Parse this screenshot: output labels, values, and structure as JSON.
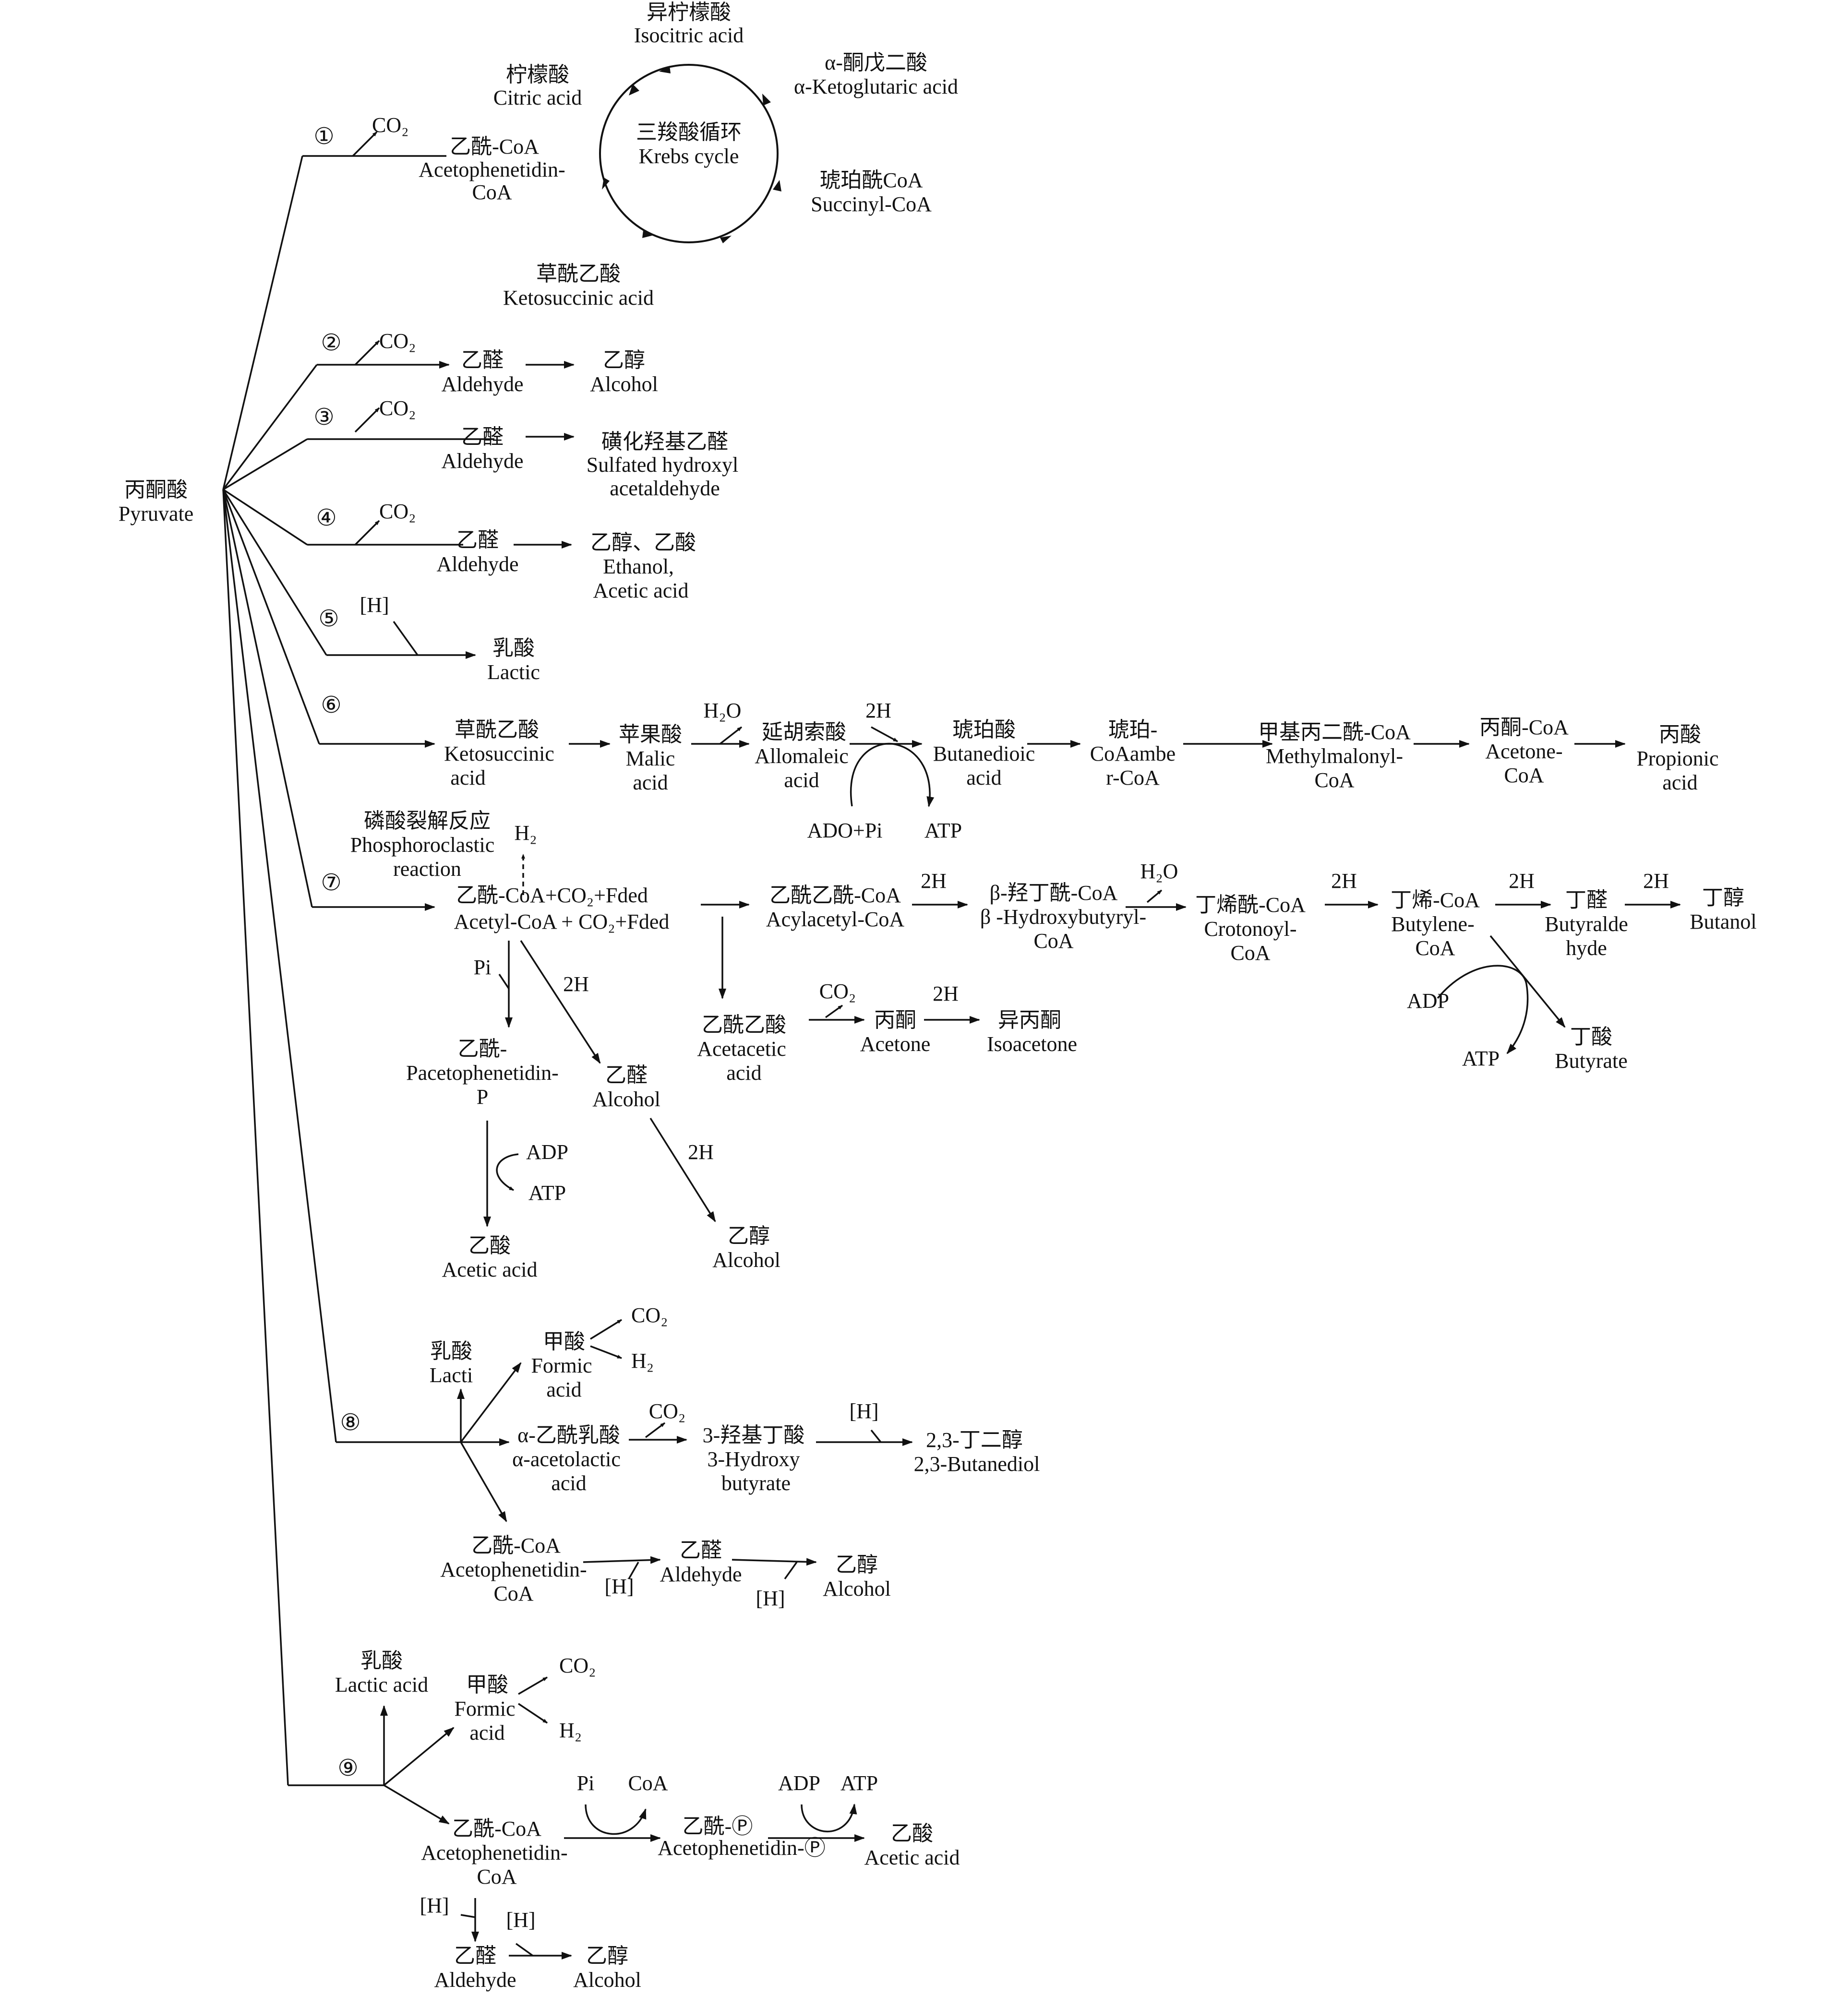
{
  "root": {
    "zh": "丙酮酸",
    "en": "Pyruvate"
  },
  "markers": [
    "①",
    "②",
    "③",
    "④",
    "⑤",
    "⑥",
    "⑦",
    "⑧",
    "⑨"
  ],
  "p1": {
    "co2": "CO₂",
    "acetyl": [
      "乙酰-CoA",
      "Acetophenetidin-",
      "CoA"
    ],
    "cycle": [
      "三羧酸循环",
      "Krebs cycle"
    ],
    "isocitric": [
      "异柠檬酸",
      "Isocitric acid"
    ],
    "citric": [
      "柠檬酸",
      "Citric acid"
    ],
    "akg": [
      "α-酮戊二酸",
      "α-Ketoglutaric acid"
    ],
    "succinyl": [
      "琥珀酰CoA",
      "Succinyl-CoA"
    ],
    "keto": [
      "草酰乙酸",
      "Ketosuccinic acid"
    ]
  },
  "p2": {
    "co2": "CO₂",
    "ald": [
      "乙醛",
      "Aldehyde"
    ],
    "prod": [
      "乙醇",
      "Alcohol"
    ]
  },
  "p3": {
    "co2": "CO₂",
    "ald": [
      "乙醛",
      "Aldehyde"
    ],
    "prod": [
      "磺化羟基乙醛",
      "Sulfated hydroxyl",
      "acetaldehyde"
    ]
  },
  "p4": {
    "co2": "CO₂",
    "ald": [
      "乙醛",
      "Aldehyde"
    ],
    "prod": [
      "乙醇、乙酸",
      "Ethanol,",
      "Acetic acid"
    ]
  },
  "p5": {
    "h": "[H]",
    "prod": [
      "乳酸",
      "Lactic"
    ]
  },
  "p6": {
    "keto": [
      "草酰乙酸",
      "Ketosuccinic",
      "acid"
    ],
    "malic": [
      "苹果酸",
      "Malic",
      "acid"
    ],
    "h2o": "H₂O",
    "allo": [
      "延胡索酸",
      "Allomaleic",
      "acid"
    ],
    "twoh": "2H",
    "adopi": "ADO+Pi",
    "atp": "ATP",
    "buta": [
      "琥珀酸",
      "Butanedioic",
      "acid"
    ],
    "coamb": [
      "琥珀-",
      "CoAambe",
      "r-CoA"
    ],
    "methyl": [
      "甲基丙二酰-CoA",
      "Methylmalonyl-",
      "CoA"
    ],
    "acetone": [
      "丙酮-CoA",
      "Acetone-",
      "CoA"
    ],
    "prop": [
      "丙酸",
      "Propionic",
      "acid"
    ]
  },
  "p7": {
    "phos": [
      "磷酸裂解反应",
      "Phosphoroclastic",
      "reaction"
    ],
    "h2": "H₂",
    "acetyl": [
      "乙酰-CoA+CO₂+Fded",
      "Acetyl-CoA + CO₂+Fded"
    ],
    "pi": "Pi",
    "twoh_a": "2H",
    "pacet": [
      "乙酰-",
      "Pacetophenetidin-",
      "P"
    ],
    "ald": [
      "乙醛",
      "Alcohol"
    ],
    "adp": "ADP",
    "atp": "ATP",
    "acetic": [
      "乙酸",
      "Acetic acid"
    ],
    "twoh_b": "2H",
    "alcohol": [
      "乙醇",
      "Alcohol"
    ],
    "acylacetyl": [
      "乙酰乙酰-CoA",
      "Acylacetyl-CoA"
    ],
    "twoh_c": "2H",
    "hydroxy": [
      "β-羟丁酰-CoA",
      "β -Hydroxybutyryl-",
      "CoA"
    ],
    "h2o": "H₂O",
    "croton": [
      "丁烯酰-CoA",
      "Crotonoyl-",
      "CoA"
    ],
    "twoh_d": "2H",
    "butylene": [
      "丁烯-CoA",
      "Butylene-",
      "CoA"
    ],
    "twoh_e": "2H",
    "butyrald": [
      "丁醛",
      "Butyralde",
      "hyde"
    ],
    "twoh_f": "2H",
    "butanol": [
      "丁醇",
      "Butanol"
    ],
    "adp2": "ADP",
    "atp2": "ATP",
    "butyrate": [
      "丁酸",
      "Butyrate"
    ],
    "acetacetic": [
      "乙酰乙酸",
      "Acetacetic",
      "acid"
    ],
    "co2": "CO₂",
    "acetone": [
      "丙酮",
      "Acetone"
    ],
    "twoh_g": "2H",
    "isoacetone": [
      "异丙酮",
      "Isoacetone"
    ]
  },
  "p8": {
    "lacti": [
      "乳酸",
      "Lacti"
    ],
    "formic": [
      "甲酸",
      "Formic",
      "acid"
    ],
    "co2": "CO₂",
    "h2": "H₂",
    "acetolactic": [
      "α-乙酰乳酸",
      "α-acetolactic",
      "acid"
    ],
    "co2b": "CO₂",
    "hydroxybut": [
      "3-羟基丁酸",
      "3-Hydroxy",
      "butyrate"
    ],
    "h": "[H]",
    "butanediol": [
      "2,3-丁二醇",
      "2,3-Butanediol"
    ],
    "acetyl": [
      "乙酰-CoA",
      "Acetophenetidin-",
      "CoA"
    ],
    "h_a": "[H]",
    "ald": [
      "乙醛",
      "Aldehyde"
    ],
    "h_b": "[H]",
    "alcohol": [
      "乙醇",
      "Alcohol"
    ]
  },
  "p9": {
    "lactic": [
      "乳酸",
      "Lactic acid"
    ],
    "formic": [
      "甲酸",
      "Formic",
      "acid"
    ],
    "co2": "CO₂",
    "h2": "H₂",
    "acetyl": [
      "乙酰-CoA",
      "Acetophenetidin-",
      "CoA"
    ],
    "pi": "Pi",
    "coa": "CoA",
    "acetylp": [
      "乙酰-Ⓟ",
      "Acetophenetidin-Ⓟ"
    ],
    "adp": "ADP",
    "atp": "ATP",
    "acetic": [
      "乙酸",
      "Acetic acid"
    ],
    "h_a": "[H]",
    "h_b": "[H]",
    "ald": [
      "乙醛",
      "Aldehyde"
    ],
    "alcohol": [
      "乙醇",
      "Alcohol"
    ]
  }
}
